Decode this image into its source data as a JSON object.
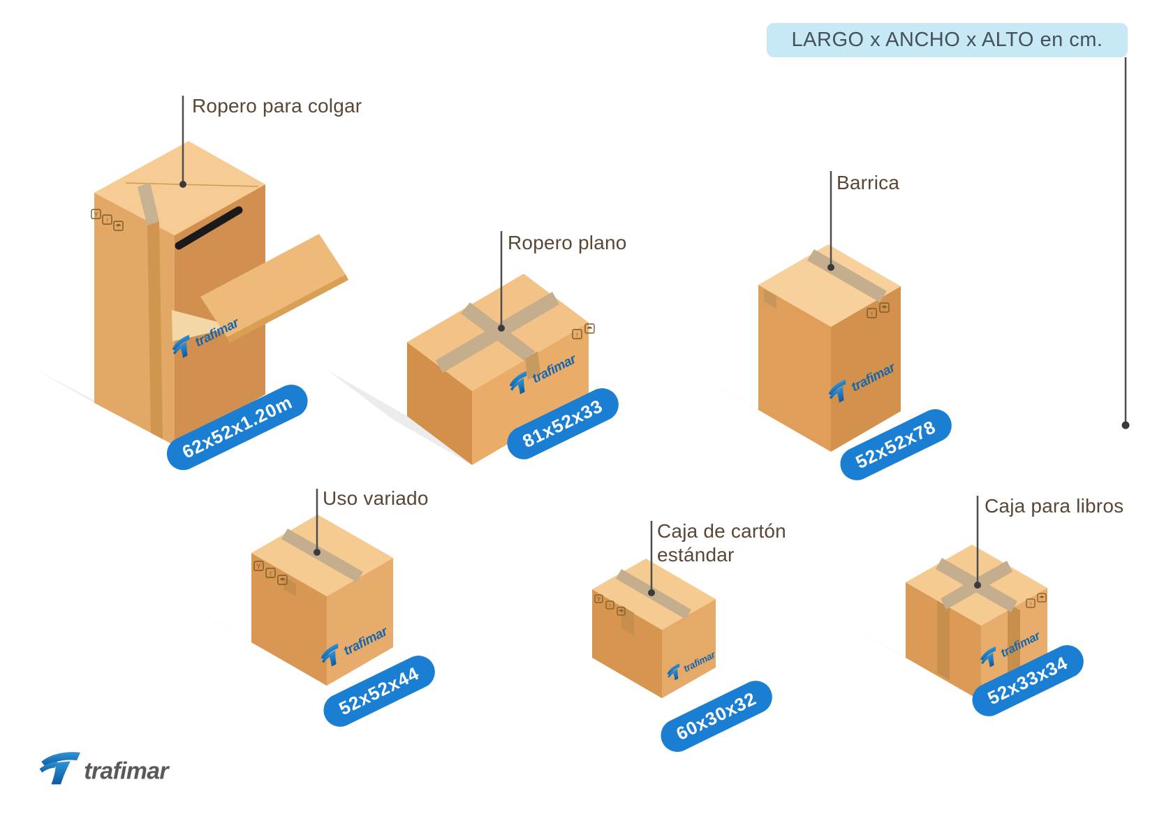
{
  "legend": {
    "text": "LARGO x ANCHO x ALTO en cm."
  },
  "brand": {
    "name": "trafimar"
  },
  "markings": {
    "fragile_glyph": "Y",
    "this_side_up_glyph": "↑",
    "keep_dry_glyph": "☂"
  },
  "boxes": [
    {
      "name": "Ropero para colgar",
      "dimensions": "62x52x1.20m"
    },
    {
      "name": "Ropero plano",
      "dimensions": "81x52x33"
    },
    {
      "name": "Barrica",
      "dimensions": "52x52x78"
    },
    {
      "name": "Uso variado",
      "dimensions": "52x52x44"
    },
    {
      "name": "Caja de cartón estándar",
      "name_line1": "Caja de cartón",
      "name_line2": "estándar",
      "dimensions": "60x30x32"
    },
    {
      "name": "Caja para libros",
      "dimensions": "52x33x34"
    }
  ],
  "colors": {
    "badge_blue": "#1a7ed2",
    "legend_bg": "#c7e8f5",
    "cardboard_top": "#f6cb92",
    "cardboard_left": "#d89752",
    "cardboard_right": "#e7ab6b",
    "label_text": "#5a4634",
    "logo_blue": "#1765a8",
    "logo_gray": "#58595b"
  }
}
